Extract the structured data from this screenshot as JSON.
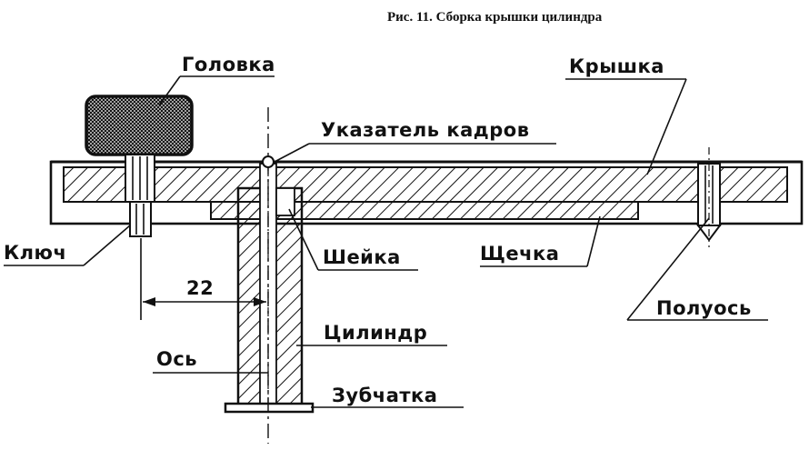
{
  "caption": "Рис. 11. Сборка крышки цилиндра",
  "labels": {
    "golovka": "Головка",
    "kryshka": "Крышка",
    "ukazatel": "Указатель кадров",
    "klyuch": "Ключ",
    "sheyka": "Шейка",
    "shchechka": "Щечка",
    "poluos": "Полуось",
    "tsilindr": "Цилиндр",
    "os": "Ось",
    "zubchatka": "Зубчатка"
  },
  "dimension": "22"
}
